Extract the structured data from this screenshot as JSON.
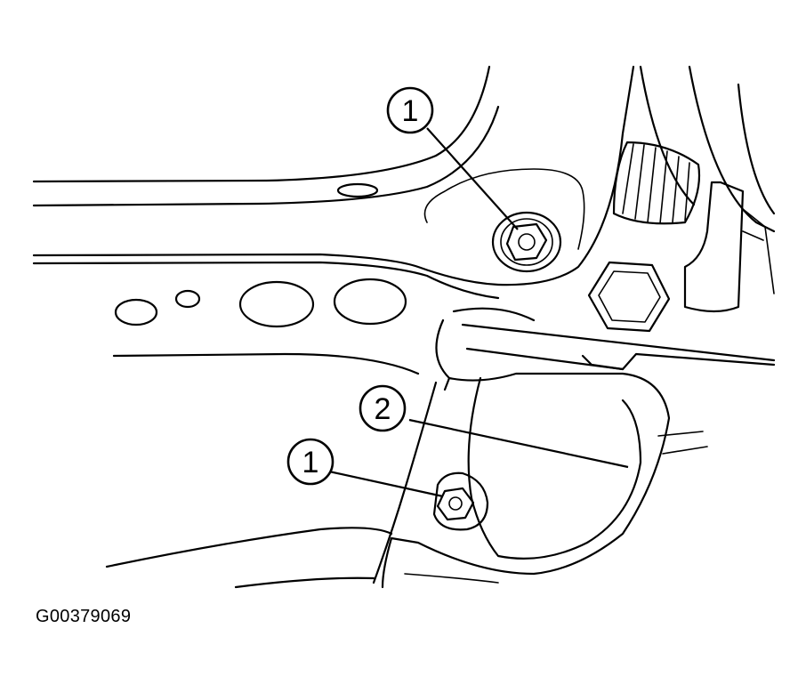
{
  "callouts": {
    "upper_bolt": "1",
    "bracket": "2",
    "lower_bolt": "1"
  },
  "figure_id": "G00379069"
}
